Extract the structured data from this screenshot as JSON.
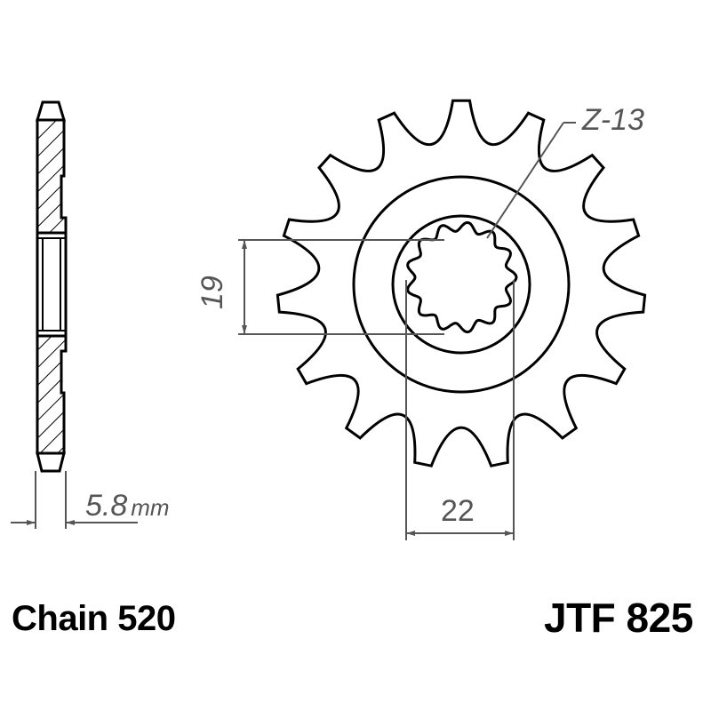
{
  "drawing": {
    "teeth_label": "Z-13",
    "inner_height_label": "19",
    "inner_width_label": "22",
    "thickness_value": "5.8",
    "thickness_unit": "mm",
    "outer_teeth_count": 15,
    "spline_teeth_count": 13,
    "line_color": "#000000",
    "dimension_color": "#555555"
  },
  "footer": {
    "chain_label": "Chain 520",
    "part_number": "JTF 825"
  }
}
